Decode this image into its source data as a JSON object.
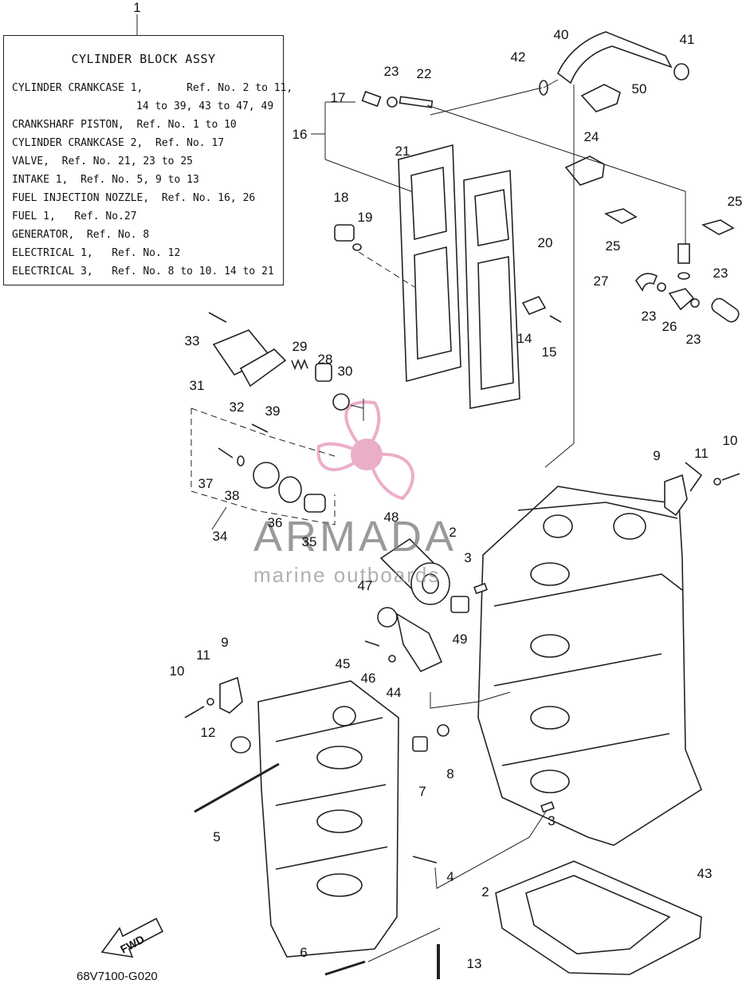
{
  "diagram": {
    "code": "68V7100-G020",
    "fwd_label": "FWD",
    "legend_callout": "1",
    "legend": {
      "title": "CYLINDER BLOCK ASSY",
      "lines": [
        "CYLINDER CRANKCASE 1,       Ref. No. 2 to 11,",
        "14 to 39, 43 to 47, 49",
        "CRANKSHARF PISTON,  Ref. No. 1 to 10",
        "CYLINDER CRANKCASE 2,  Ref. No. 17",
        "VALVE,  Ref. No. 21, 23 to 25",
        "INTAKE 1,  Ref. No. 5, 9 to 13",
        "FUEL INJECTION NOZZLE,  Ref. No. 16, 26",
        "FUEL 1,   Ref. No.27",
        "GENERATOR,  Ref. No. 8",
        "ELECTRICAL 1,   Ref. No. 12",
        "ELECTRICAL 3,   Ref. No. 8 to 10. 14 to 21"
      ]
    },
    "callouts": [
      "40",
      "41",
      "42",
      "50",
      "23",
      "22",
      "17",
      "16",
      "21",
      "24",
      "18",
      "19",
      "20",
      "25",
      "25",
      "23",
      "27",
      "23",
      "26",
      "23",
      "14",
      "15",
      "33",
      "29",
      "28",
      "30",
      "31",
      "32",
      "39",
      "9",
      "11",
      "10",
      "37",
      "38",
      "36",
      "35",
      "34",
      "48",
      "2",
      "3",
      "47",
      "49",
      "9",
      "11",
      "10",
      "45",
      "46",
      "44",
      "12",
      "7",
      "8",
      "5",
      "3",
      "4",
      "2",
      "43",
      "6",
      "13"
    ]
  },
  "watermark": {
    "brand": "ARMADA",
    "tagline": "marine outboards",
    "color": "#e8a0c0"
  }
}
